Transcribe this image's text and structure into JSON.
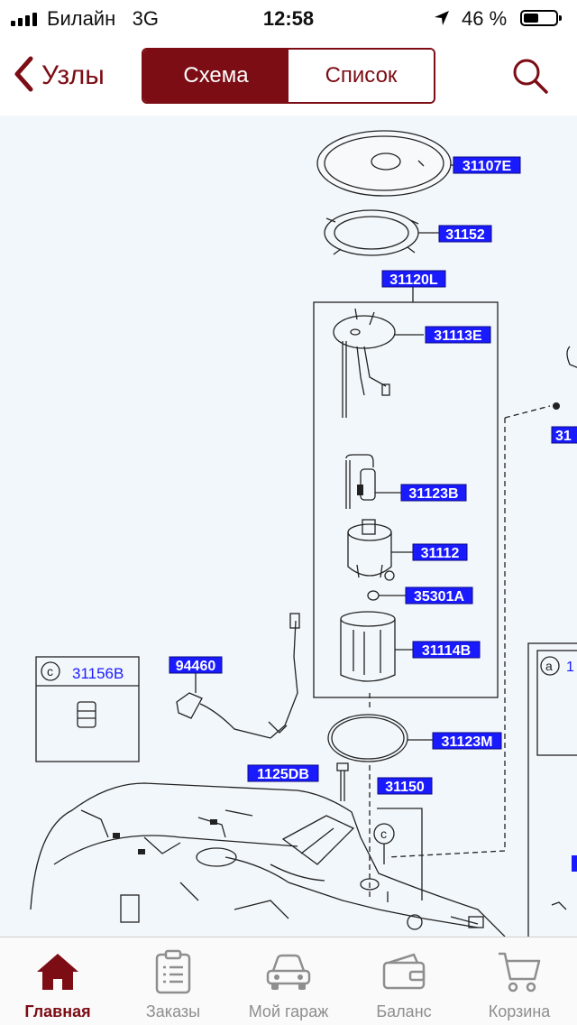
{
  "status_bar": {
    "carrier": "Билайн",
    "network": "3G",
    "time": "12:58",
    "battery_percent": "46 %",
    "battery_level": 0.46
  },
  "nav": {
    "back_label": "Узлы",
    "tabs": [
      {
        "label": "Схема",
        "active": true
      },
      {
        "label": "Список",
        "active": false
      }
    ],
    "search_icon": "magnifier-icon"
  },
  "diagram": {
    "parts": {
      "p31107e": "31107E",
      "p31152": "31152",
      "p31120l": "31120L",
      "p31113e": "31113E",
      "p31123b": "31123B",
      "p31112": "31112",
      "p35301a": "35301A",
      "p31114b": "31114B",
      "p31123m": "31123M",
      "p31156b": "31156B",
      "p94460": "94460",
      "p1125db": "1125DB",
      "p31150": "31150"
    },
    "callouts": {
      "c": "c",
      "a": "a"
    },
    "partial_labels": {
      "right_31": "31",
      "a_box_1": "1"
    }
  },
  "tab_bar": {
    "items": [
      {
        "label": "Главная",
        "icon": "home-icon",
        "active": true
      },
      {
        "label": "Заказы",
        "icon": "orders-list-icon",
        "active": false
      },
      {
        "label": "Мой гараж",
        "icon": "car-icon",
        "active": false
      },
      {
        "label": "Баланс",
        "icon": "wallet-icon",
        "active": false
      },
      {
        "label": "Корзина",
        "icon": "cart-icon",
        "active": false
      }
    ]
  },
  "colors": {
    "accent": "#7d0d15",
    "label_fill": "#1a1aff",
    "diagram_bg": "#f2f7fb",
    "inactive_tab": "#8e8e8e"
  }
}
